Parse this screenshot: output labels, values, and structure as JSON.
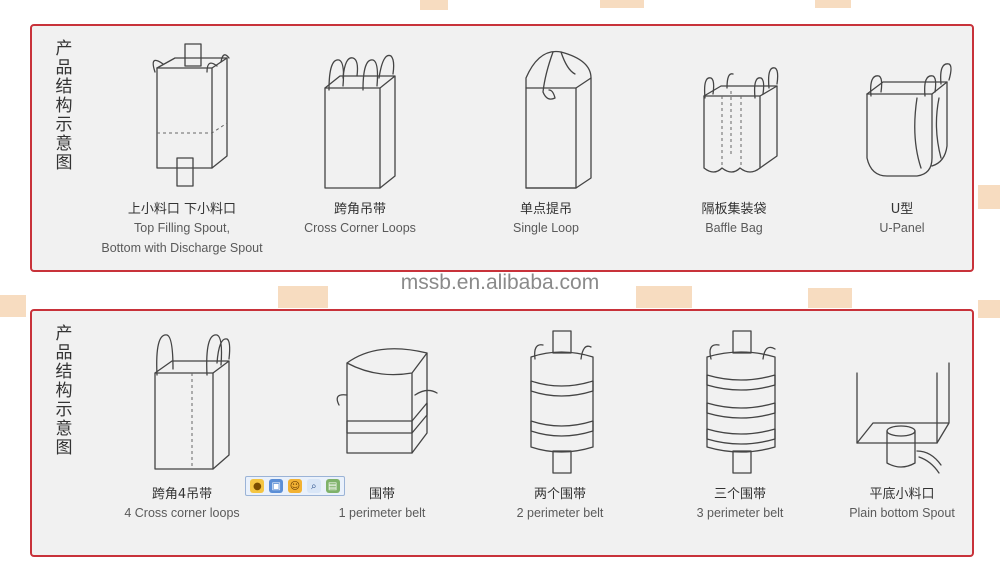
{
  "side_label": "产品结构示意图",
  "watermark": "mssb.en.alibaba.com",
  "colors": {
    "frame": "#c8323a",
    "panel_bg": "#f1f1f1",
    "deco": "#f7dcc0"
  },
  "top_row": [
    {
      "cn": "上小料口 下小料口",
      "en1": "Top Filling Spout,",
      "en2": "Bottom with Discharge Spout"
    },
    {
      "cn": "跨角吊带",
      "en1": "Cross Corner Loops",
      "en2": ""
    },
    {
      "cn": "单点提吊",
      "en1": "Single Loop",
      "en2": ""
    },
    {
      "cn": "隔板集装袋",
      "en1": "Baffle Bag",
      "en2": ""
    },
    {
      "cn": "U型",
      "en1": "U-Panel",
      "en2": ""
    }
  ],
  "bottom_row": [
    {
      "cn": "跨角4吊带",
      "en1": "4 Cross corner loops",
      "en2": ""
    },
    {
      "cn": "围带",
      "en1": "1 perimeter belt",
      "en2": ""
    },
    {
      "cn": "两个围带",
      "en1": "2 perimeter belt",
      "en2": ""
    },
    {
      "cn": "三个围带",
      "en1": "3 perimeter belt",
      "en2": ""
    },
    {
      "cn": "平底小料口",
      "en1": "Plain bottom Spout",
      "en2": ""
    }
  ],
  "toolbar": {
    "icons": [
      "globe-icon",
      "save-icon",
      "smiley-icon",
      "search-icon",
      "settings-icon"
    ]
  }
}
